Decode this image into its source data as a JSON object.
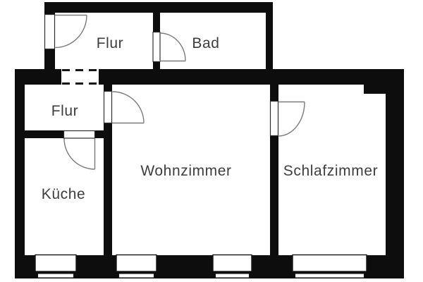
{
  "floorplan": {
    "rooms": {
      "flur_top": {
        "label": "Flur"
      },
      "bad": {
        "label": "Bad"
      },
      "flur_lower": {
        "label": "Flur"
      },
      "kueche": {
        "label": "Küche"
      },
      "wohnzimmer": {
        "label": "Wohnzimmer"
      },
      "schlafzimmer": {
        "label": "Schlafzimmer"
      }
    },
    "door_count": 5,
    "window_count": 4,
    "open_passage_count": 1
  },
  "colors": {
    "wall": "#0d0d0d",
    "background": "#ffffff",
    "label_text": "#3d3d3d",
    "door_line": "#7a7a7a",
    "outline": "#2e2e2e"
  }
}
